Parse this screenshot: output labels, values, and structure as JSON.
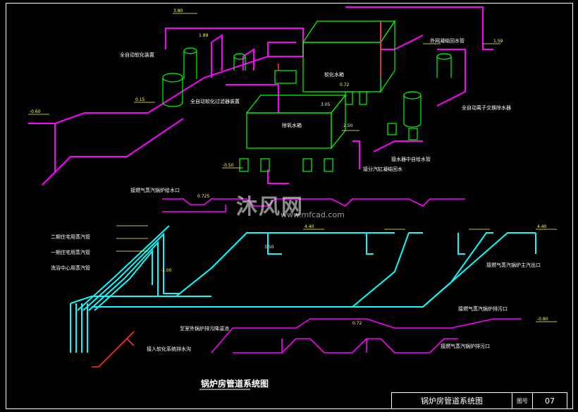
{
  "title_block": {
    "title": "锅炉房管道系统图",
    "number_label": "图号",
    "number": "07"
  },
  "drawing_title": "锅炉房管道系统图",
  "watermark": {
    "brand": "沐风网",
    "url": "www.mfcad.com"
  },
  "colors": {
    "background": "#000000",
    "steam_pipe": "#00ffff",
    "water_pipe": "#ff00ff",
    "equipment": "#00ff00",
    "label": "#ffffff",
    "dimension": "#ffff00",
    "drain_pipe": "#ff0000"
  },
  "labels": {
    "softener": "全自动软化装置",
    "filter": "全自动软化过滤器装置",
    "soft_tank": "软化水箱",
    "water_tank": "除氧水箱",
    "return_tank": "外网凝结回水管",
    "ion_exchanger": "全自动离子交换除水器",
    "supply_pipe": "接水器中自给水管",
    "return_water": "接分汽缸凝结回水",
    "boiler_feed": "接燃气蒸汽锅炉给水口",
    "steam_main_1": "二期住宅用蒸汽管",
    "steam_main_2": "一期住宅用蒸汽管",
    "steam_main_3": "洗浴中心用蒸汽管",
    "boiler_outlet": "接燃气蒸汽锅炉主汽出口",
    "boiler_blowdown": "接燃气蒸汽锅炉排污口",
    "drain_trench": "至室外锅炉排污降温池",
    "boiler_blowdown2": "接燃气蒸汽锅炉排污口",
    "to_drain": "接入软化系统排水沟"
  },
  "elevations": [
    "3.80",
    "1.89",
    "0.15",
    "-0.60",
    "3.05",
    "-0.50",
    "0.72",
    "-1.00",
    "4.40",
    "3.50",
    "0.725",
    "2.50",
    "-0.80",
    "1.59",
    "4.40",
    "0.72"
  ]
}
